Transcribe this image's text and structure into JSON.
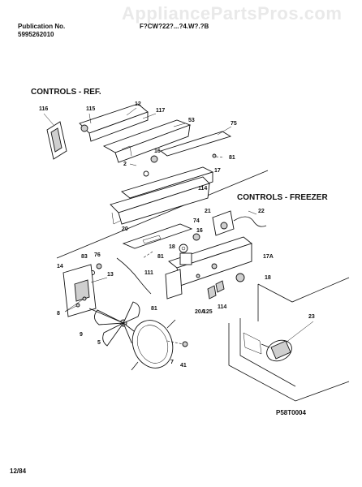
{
  "header": {
    "publication_label": "Publication No.",
    "publication_number": "5995262010",
    "model_text": "F?CW?22?...?4.W?.?B",
    "watermark": "AppliancePartsPros.com"
  },
  "sections": {
    "ref": "CONTROLS - REF.",
    "freezer": "CONTROLS - FREEZER"
  },
  "callouts": [
    "116",
    "115",
    "12",
    "117",
    "53",
    "75",
    "81",
    "16",
    "2",
    "17",
    "114",
    "20",
    "22",
    "21",
    "74",
    "16",
    "18",
    "81",
    "111",
    "17A",
    "18",
    "14",
    "83",
    "76",
    "13",
    "8",
    "81",
    "9",
    "5",
    "20A",
    "125",
    "114",
    "7",
    "41",
    "23"
  ],
  "diagram_code": "P58T0004",
  "footer_date": "12/84"
}
